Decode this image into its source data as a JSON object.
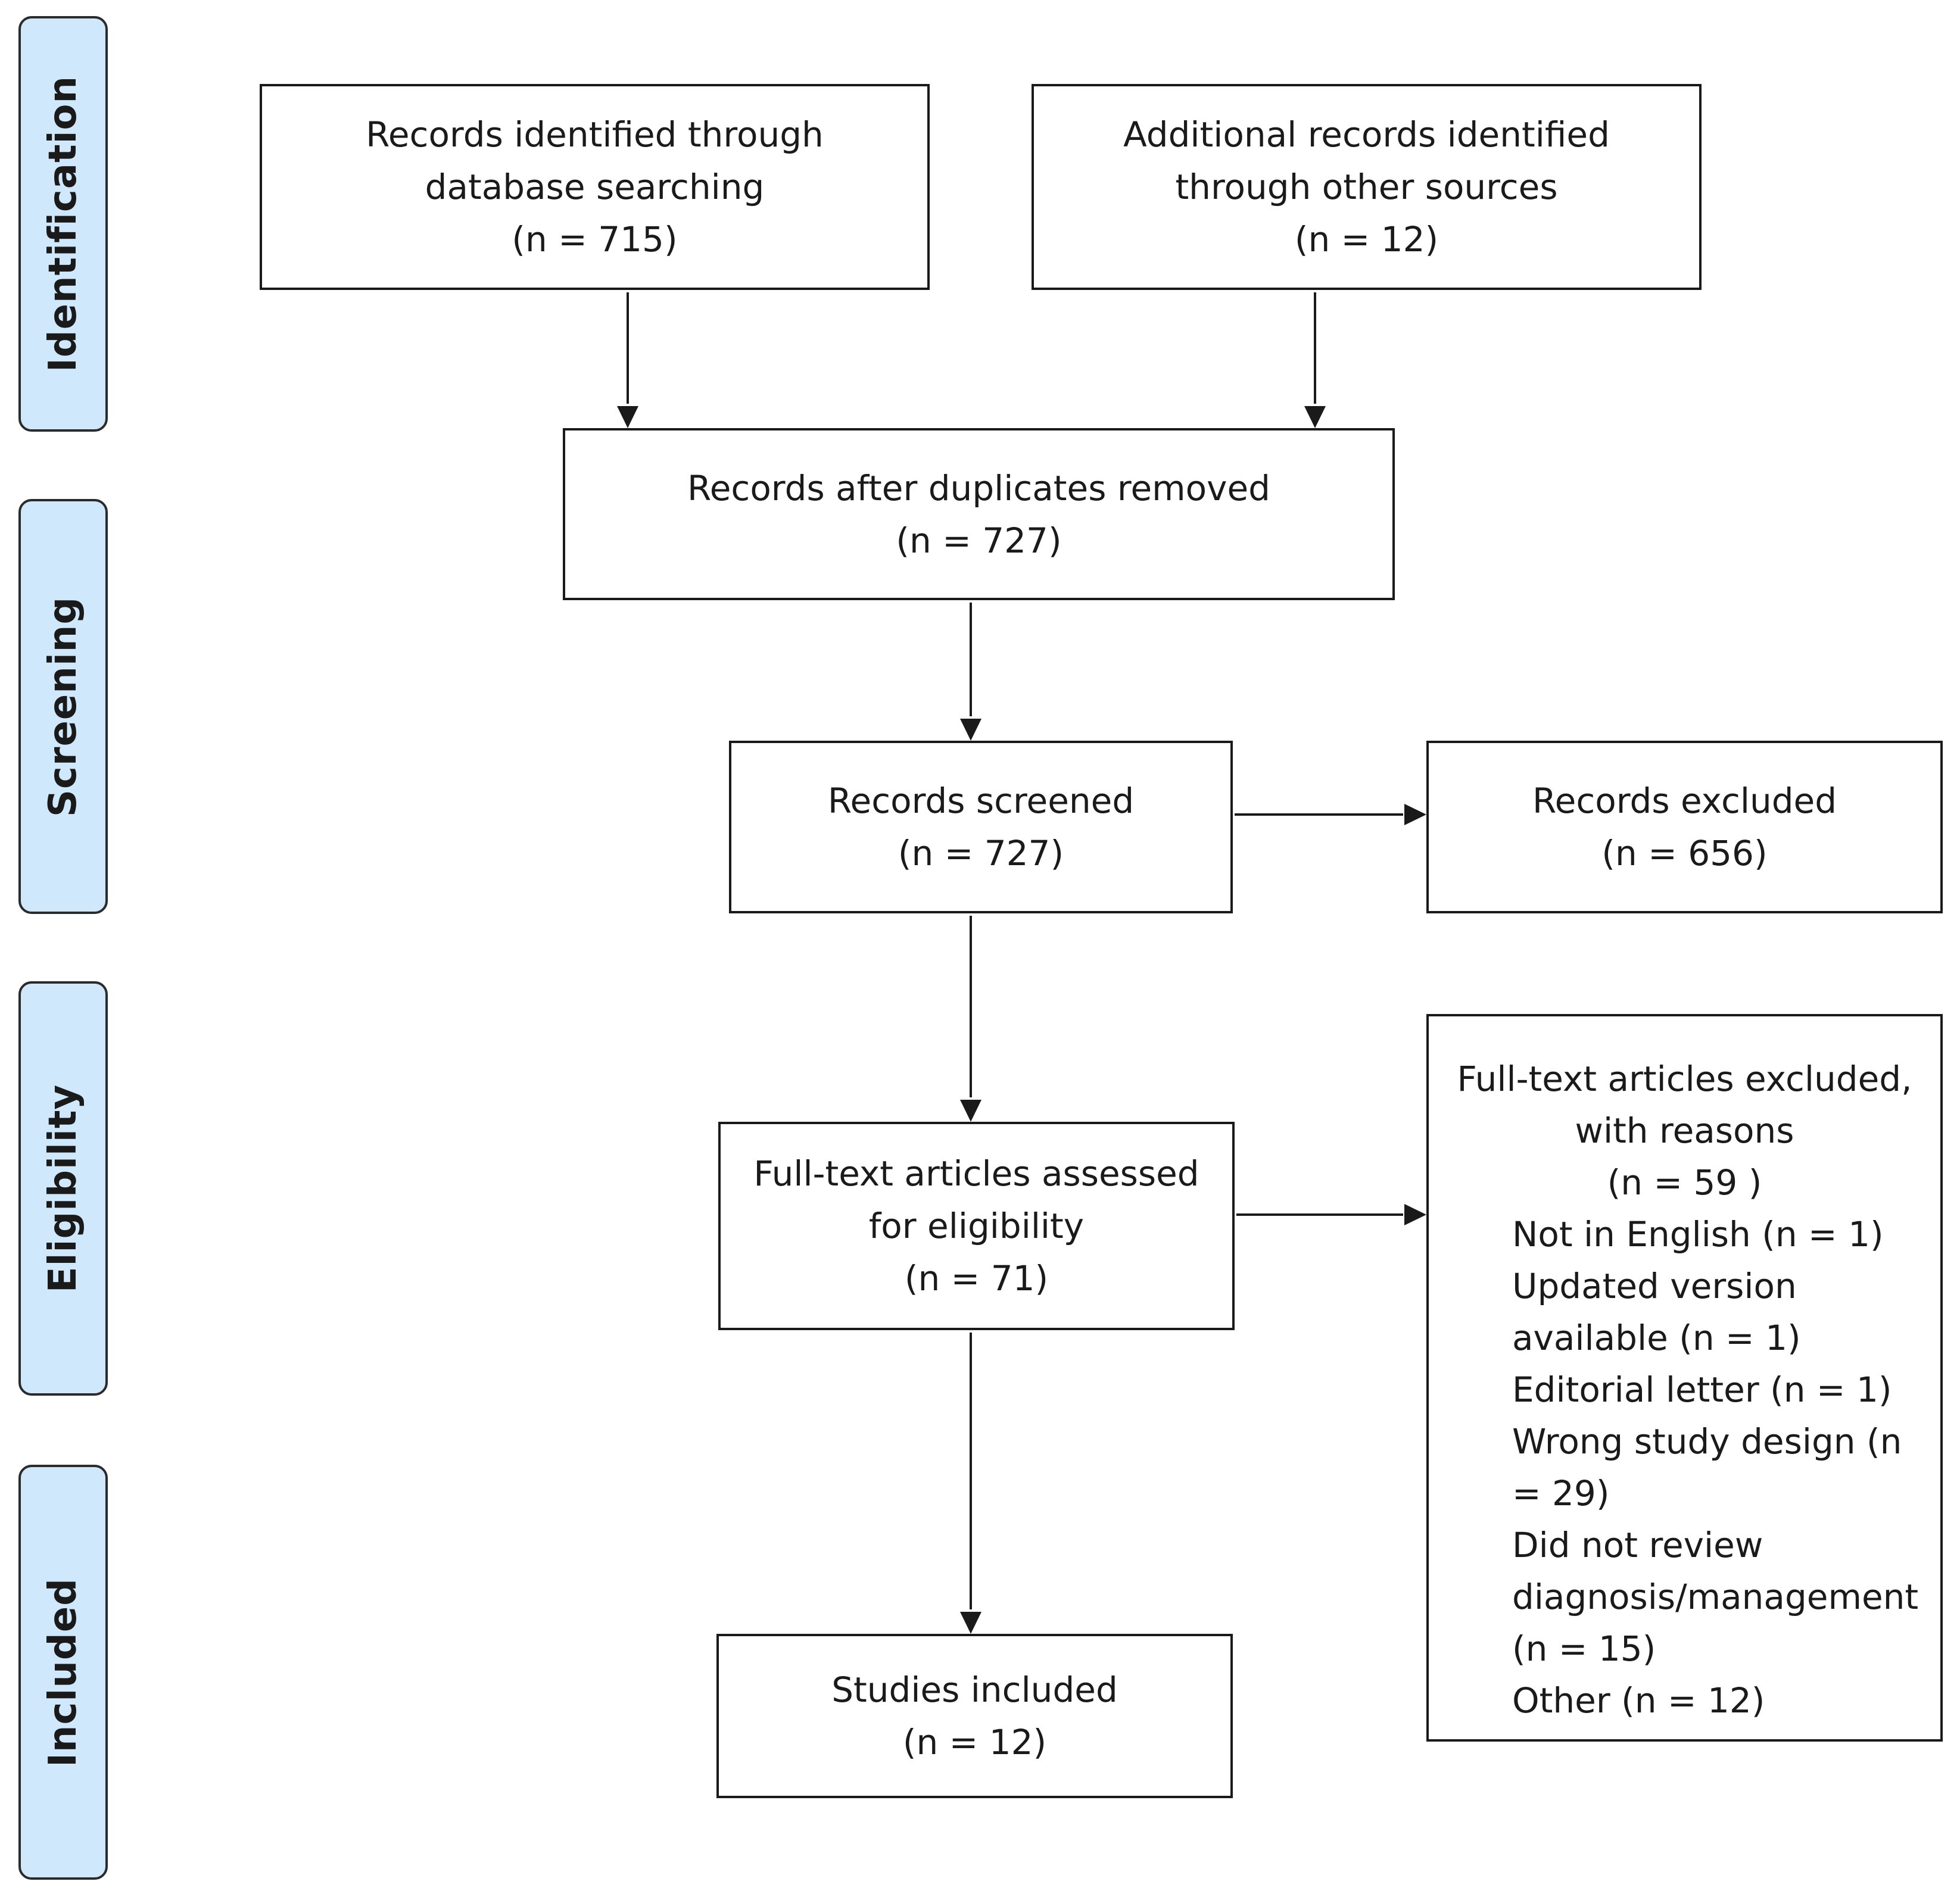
{
  "phases": {
    "identification": "Identification",
    "screening": "Screening",
    "eligibility": "Eligibility",
    "included": "Included"
  },
  "boxes": {
    "database": {
      "line1": "Records identified through",
      "line2": "database searching",
      "count": "(n = 715)"
    },
    "other_sources": {
      "line1": "Additional records identified",
      "line2": "through other sources",
      "count": "(n = 12)"
    },
    "duplicates_removed": {
      "line1": "Records after duplicates removed",
      "count": "(n = 727)"
    },
    "screened": {
      "line1": "Records screened",
      "count": "(n = 727)"
    },
    "excluded": {
      "line1": "Records excluded",
      "count": "(n = 656)"
    },
    "full_text": {
      "line1": "Full-text articles assessed",
      "line2": "for eligibility",
      "count": "(n = 71)"
    },
    "included": {
      "line1": "Studies included",
      "count": "(n = 12)"
    },
    "full_text_excluded": {
      "line1": "Full-text articles excluded,",
      "line2": "with reasons",
      "count": "(n =  59 )",
      "reasons": [
        "Not in English (n = 1)",
        "Updated version",
        "available (n = 1)",
        "Editorial letter (n = 1)",
        "Wrong study design (n",
        "= 29)",
        "Did not review",
        "diagnosis/management",
        "(n = 15)",
        "Other (n = 12)"
      ]
    }
  }
}
